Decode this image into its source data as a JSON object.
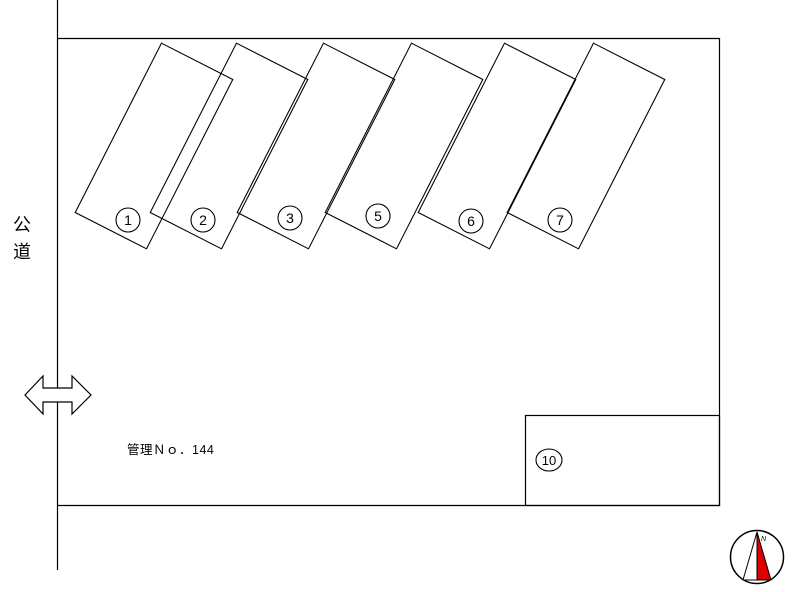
{
  "diagram": {
    "road_label": "公道",
    "management_no": "管理Ｎｏ．144",
    "line_color": "#000000",
    "compass": {
      "label": "N",
      "color": "#dd0000"
    },
    "stalls": [
      {
        "number": "1"
      },
      {
        "number": "2"
      },
      {
        "number": "3"
      },
      {
        "number": "5"
      },
      {
        "number": "6"
      },
      {
        "number": "7"
      },
      {
        "number": "10"
      }
    ]
  }
}
